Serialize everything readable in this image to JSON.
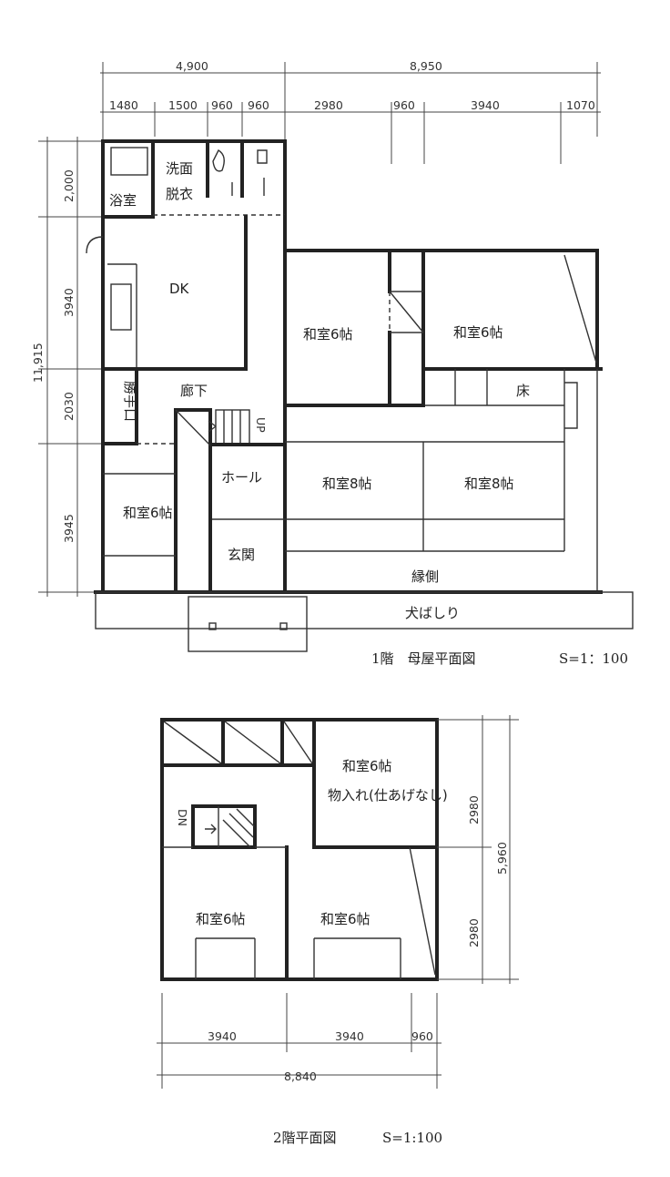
{
  "floor1": {
    "dims_top_total": [
      "4,900",
      "8,950"
    ],
    "dims_top": [
      "1480",
      "1500",
      "960",
      "960",
      "2980",
      "960",
      "3940",
      "1070"
    ],
    "dims_left_total": "11,915",
    "dims_left": [
      "2,000",
      "3940",
      "2030",
      "3945"
    ],
    "rooms": {
      "bath": "浴室",
      "washroom_a": "洗面",
      "washroom_b": "脱衣",
      "dk": "DK",
      "corridor": "廊下",
      "kitchen_door": "勝手口",
      "up": "UP",
      "hall": "ホール",
      "entrance": "玄関",
      "washitsu6_left": "和室6帖",
      "washitsu6_a": "和室6帖",
      "washitsu6_b": "和室6帖",
      "washitsu8_a": "和室8帖",
      "washitsu8_b": "和室8帖",
      "tokonoma": "床",
      "engawa": "縁側",
      "inubashiri": "犬ばしり"
    },
    "caption": "1階　母屋平面図",
    "scale": "S=1：100"
  },
  "floor2": {
    "dims_right_total": "5,960",
    "dims_right": [
      "2980",
      "2980"
    ],
    "dims_bottom": [
      "3940",
      "3940",
      "960"
    ],
    "dims_bottom_total": "8,840",
    "rooms": {
      "washitsu6_storage": "和室6帖",
      "storage_note": "物入れ(仕あげなし)",
      "dn": "DN",
      "washitsu6_a": "和室6帖",
      "washitsu6_b": "和室6帖"
    },
    "caption": "2階平面図",
    "scale": "S=1:100"
  }
}
